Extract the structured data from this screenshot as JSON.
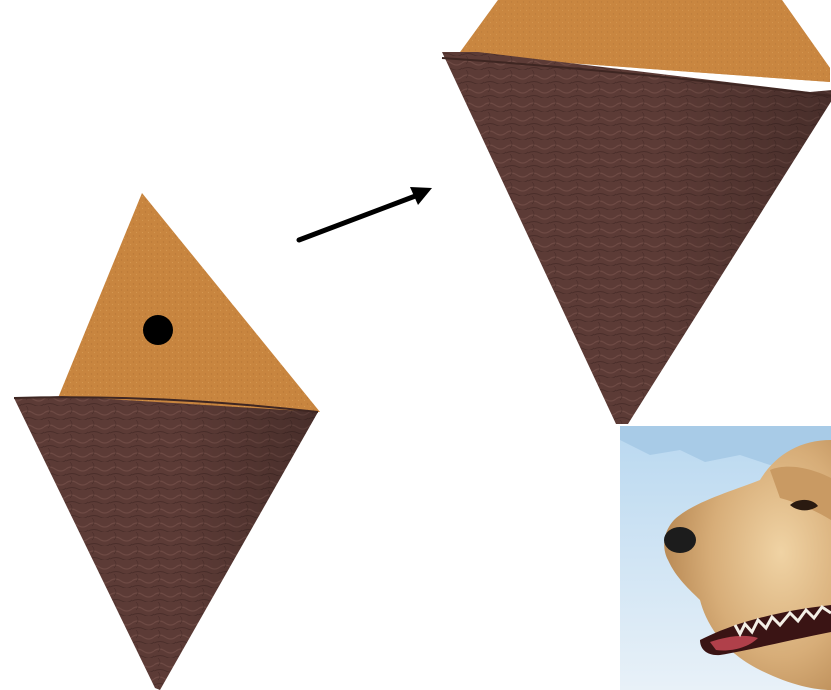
{
  "scene": {
    "background": "#ffffff",
    "objects": [
      {
        "name": "felt-cone-left",
        "colors": {
          "felt": "#c8853f",
          "leather": "#5c3b36"
        },
        "marker": "black dot"
      },
      {
        "name": "felt-cone-right",
        "colors": {
          "felt": "#cb8a45",
          "leather": "#5d3c37"
        }
      },
      {
        "name": "arrow",
        "color": "#000000"
      },
      {
        "name": "dog-photo",
        "colors": {
          "sky": "#cfe3f3",
          "fur": "#d9b483",
          "nose": "#1c1c1c"
        }
      }
    ]
  }
}
